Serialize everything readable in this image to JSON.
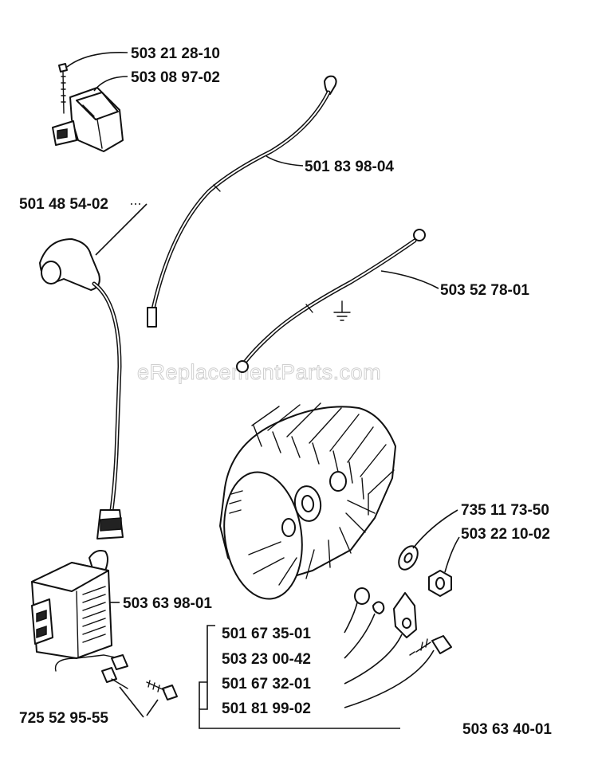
{
  "watermark": "eReplacementParts.com",
  "labels": {
    "screw_top": "503 21 28-10",
    "ignition_module": "503 08 97-02",
    "wire_top": "501 83 98-04",
    "spark_plug_boot": "501 48 54-02",
    "ground_wire": "503 52 78-01",
    "washer": "735 11 73-50",
    "nut": "503 22 10-02",
    "ignition_coil": "503 63 98-01",
    "kit_item_1": "501 67 35-01",
    "kit_item_2": "503 23 00-42",
    "kit_item_3": "501 67 32-01",
    "kit_item_4": "501 81 99-02",
    "coil_screw": "725 52 95-55",
    "flywheel_kit": "503 63 40-01"
  }
}
